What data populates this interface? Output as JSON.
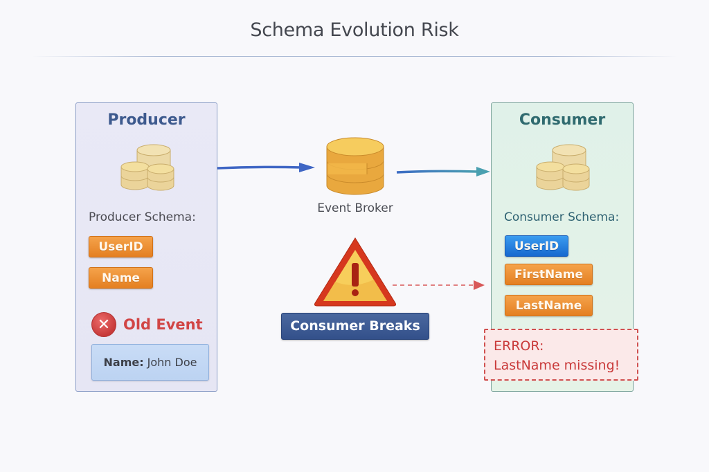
{
  "title": "Schema Evolution Risk",
  "producer": {
    "title": "Producer",
    "schema_label": "Producer Schema:",
    "fields": [
      "UserID",
      "Name"
    ],
    "old_event": {
      "label": "Old Event",
      "field_name": "Name:",
      "field_value": "John Doe"
    }
  },
  "broker": {
    "label": "Event Broker"
  },
  "warning": {
    "label": "Consumer Breaks"
  },
  "consumer": {
    "title": "Consumer",
    "schema_label": "Consumer Schema:",
    "fields": [
      "UserID",
      "FirstName",
      "LastName"
    ],
    "error": {
      "line1": "ERROR:",
      "line2": "LastName missing!"
    }
  },
  "colors": {
    "producer_border": "#8a9cc6",
    "consumer_border": "#7aa39a",
    "field_orange": "#e8882a",
    "field_blue": "#2a80e0",
    "error_red": "#c93a3a",
    "badge_navy": "#3d5a93"
  }
}
